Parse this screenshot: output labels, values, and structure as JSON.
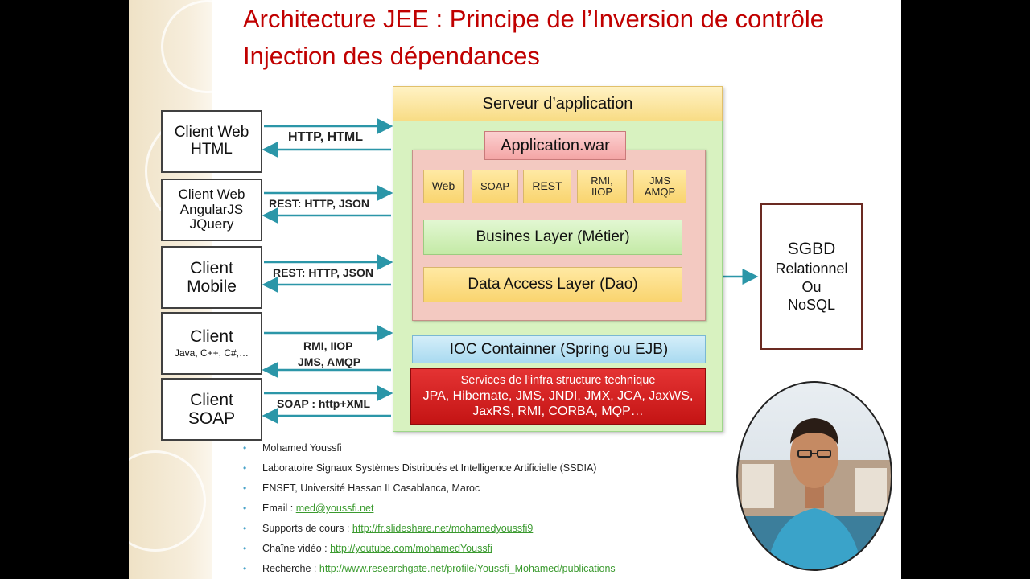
{
  "title": {
    "line1": "Architecture JEE : Principe de l’Inversion de contrôle",
    "line2": "Injection des dépendances"
  },
  "server": {
    "label": "Serveur d’application"
  },
  "application": {
    "label": "Application.war"
  },
  "layers": {
    "top": [
      {
        "name": "web",
        "label": "Web"
      },
      {
        "name": "soap",
        "label": "SOAP"
      },
      {
        "name": "rest",
        "label": "REST"
      },
      {
        "name": "rmi",
        "label_1": "RMI,",
        "label_2": "IIOP"
      },
      {
        "name": "jms",
        "label_1": "JMS",
        "label_2": "AMQP"
      }
    ],
    "business": "Busines Layer (Métier)",
    "dao": "Data Access Layer (Dao)"
  },
  "ioc": {
    "label": "IOC Containner (Spring ou EJB)"
  },
  "services": {
    "line1": "Services de l’infra structure technique",
    "line2": "JPA, Hibernate, JMS, JNDI, JMX, JCA, JaxWS,",
    "line3": "JaxRS,  RMI, CORBA, MQP…"
  },
  "clients": [
    {
      "line1": "Client Web",
      "line2": "HTML"
    },
    {
      "line1": "Client Web",
      "line2": "AngularJS",
      "line3": "JQuery"
    },
    {
      "line1": "Client",
      "line2": "Mobile"
    },
    {
      "line1": "Client",
      "line2": "Java, C++, C#,…"
    },
    {
      "line1": "Client",
      "line2": "SOAP"
    }
  ],
  "protocols": {
    "p1": "HTTP, HTML",
    "p2": "REST: HTTP, JSON",
    "p3": "REST: HTTP, JSON",
    "p4a": "RMI, IIOP",
    "p4b": "JMS, AMQP",
    "p5": "SOAP : http+XML"
  },
  "sgbd": {
    "line1": "SGBD",
    "line2": "Relationnel",
    "line3": "Ou",
    "line4": "NoSQL"
  },
  "footer": {
    "author": "Mohamed Youssfi",
    "lab": "Laboratoire Signaux Systèmes Distribués et Intelligence Artificielle (SSDIA)",
    "school": "ENSET, Université Hassan II Casablanca, Maroc",
    "email_label": "Email : ",
    "email": "med@youssfi.net",
    "courses_label": "Supports de cours : ",
    "courses": "http://fr.slideshare.net/mohamedyoussfi9",
    "video_label": "Chaîne vidéo : ",
    "video": "http://youtube.com/mohamedYoussfi",
    "research_label": "Recherche : ",
    "research": "http://www.researchgate.net/profile/Youssfi_Mohamed/publications"
  },
  "colors": {
    "title": "#c00000",
    "server_bg": "#d8f2c0",
    "app_bg": "#f3c9c1",
    "ioc_bg": "#bfe3f4",
    "services_bg": "#d52222",
    "arrow": "#2b96a8",
    "link": "#3a9a2e"
  }
}
